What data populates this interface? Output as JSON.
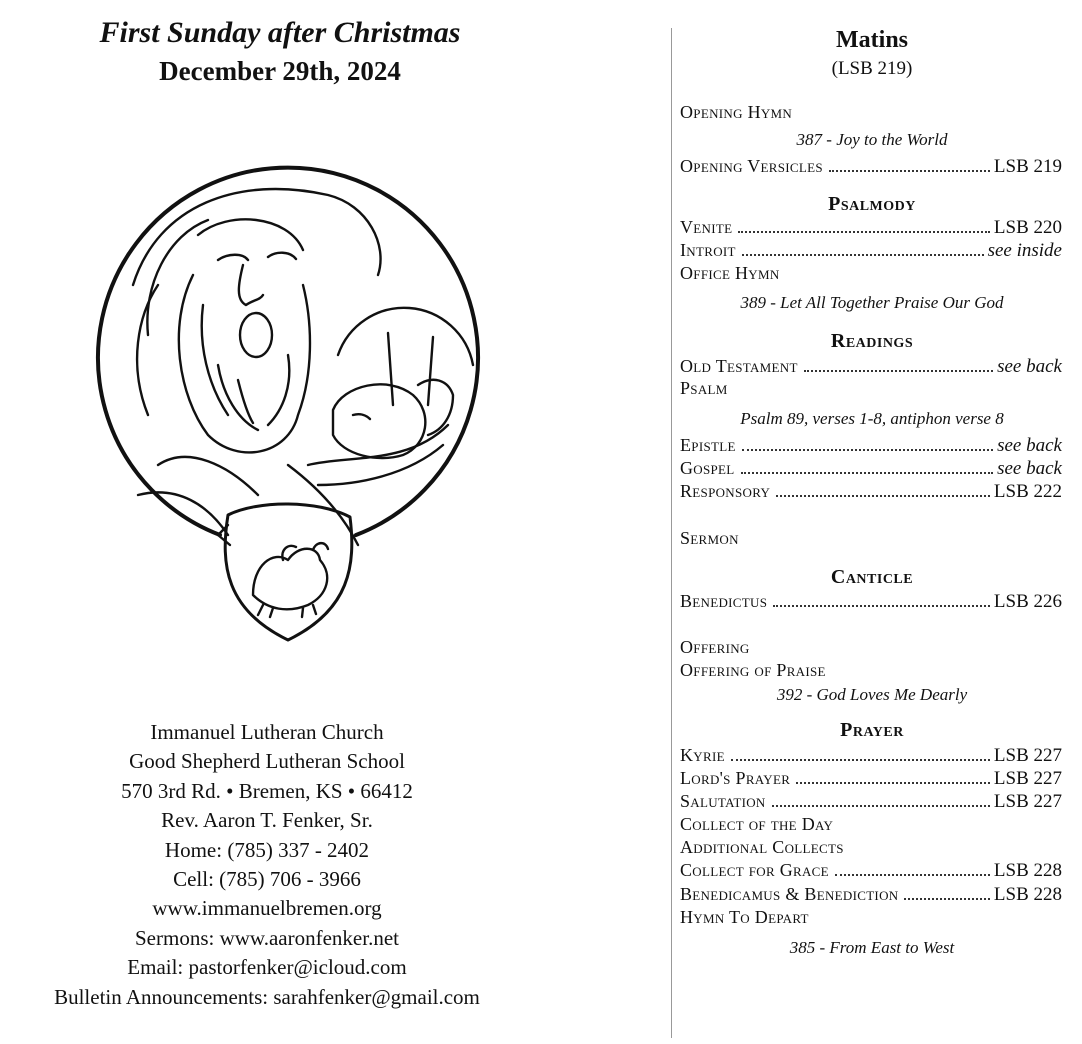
{
  "left": {
    "title": "First Sunday after Christmas",
    "date": "December 29th, 2024",
    "contact": [
      "Immanuel Lutheran Church",
      "Good Shepherd Lutheran School",
      "570 3rd Rd. • Bremen, KS • 66412",
      "Rev. Aaron T. Fenker, Sr.",
      "Home: (785) 337 - 2402",
      "Cell: (785) 706 - 3966",
      "www.immanuelbremen.org",
      "Sermons: www.aaronfenker.net",
      "Email: pastorfenker@icloud.com",
      "Bulletin Announcements: sarahfenker@gmail.com"
    ]
  },
  "right": {
    "title": "Matins",
    "subtitle": "(LSB 219)",
    "opening_hymn": "Opening Hymn",
    "opening_hymn_title": "387 - Joy to the World",
    "opening_versicles": {
      "label": "Opening Versicles",
      "ref": "LSB 219"
    },
    "psalmody_heading": "Psalmody",
    "venite": {
      "label": "Venite",
      "ref": "LSB 220"
    },
    "introit": {
      "label": "Introit",
      "ref": "see inside"
    },
    "office_hymn": "Office Hymn",
    "office_hymn_title": "389 - Let All Together Praise Our God",
    "readings_heading": "Readings",
    "old_testament": {
      "label": "Old Testament",
      "ref": "see back"
    },
    "psalm": "Psalm",
    "psalm_title": "Psalm 89, verses 1-8, antiphon verse 8",
    "epistle": {
      "label": "Epistle",
      "ref": "see back"
    },
    "gospel": {
      "label": "Gospel",
      "ref": "see back"
    },
    "responsory": {
      "label": "Responsory",
      "ref": "LSB 222"
    },
    "sermon": "Sermon",
    "canticle_heading": "Canticle",
    "benedictus": {
      "label": "Benedictus",
      "ref": "LSB 226"
    },
    "offering": "Offering",
    "offering_of_praise": "Offering of Praise",
    "offering_hymn_title": "392 - God Loves Me Dearly",
    "prayer_heading": "Prayer",
    "kyrie": {
      "label": "Kyrie",
      "ref": "LSB 227"
    },
    "lords_prayer": {
      "label": "Lord's Prayer",
      "ref": "LSB 227"
    },
    "salutation": {
      "label": "Salutation",
      "ref": "LSB 227"
    },
    "collect_of_day": "Collect of the Day",
    "additional_collects": "Additional Collects",
    "collect_for_grace": {
      "label": "Collect for Grace",
      "ref": "LSB 228"
    },
    "benedicamus": {
      "label": "Benedicamus & Benediction",
      "ref": "LSB 228"
    },
    "hymn_to_depart": "Hymn To Depart",
    "closing_hymn_title": "385 - From East to West"
  }
}
